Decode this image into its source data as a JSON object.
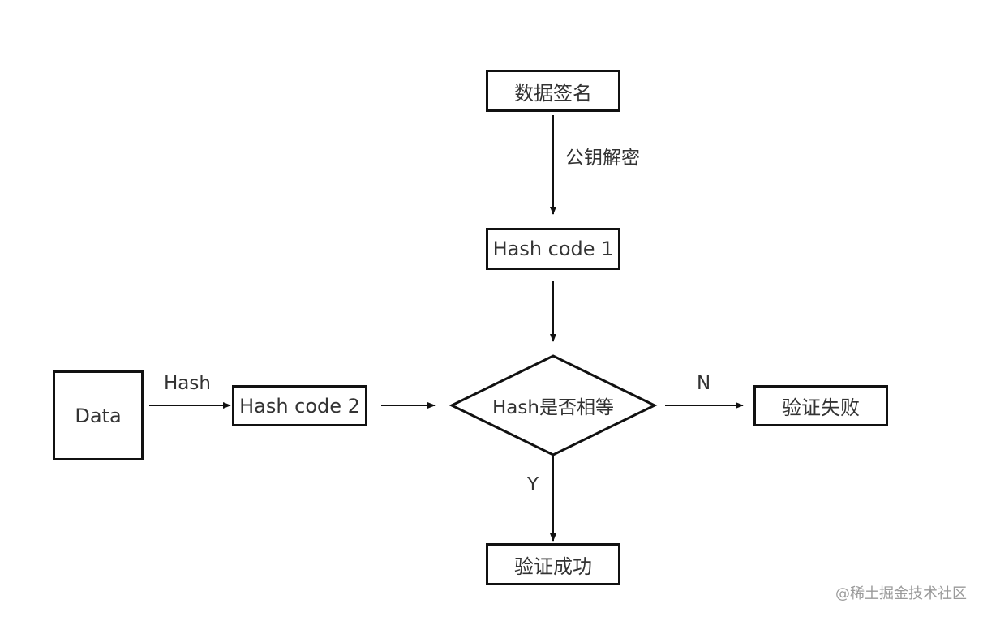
{
  "diagram": {
    "nodes": {
      "signature": "数据签名",
      "hash_code_1": "Hash code 1",
      "data": "Data",
      "hash_code_2": "Hash code 2",
      "decision": "Hash是否相等",
      "fail": "验证失败",
      "success": "验证成功"
    },
    "edge_labels": {
      "decrypt": "公钥解密",
      "hash": "Hash",
      "no": "N",
      "yes": "Y"
    }
  },
  "watermark": "@稀土掘金技术社区",
  "colors": {
    "stroke": "#111111",
    "text": "#333333",
    "watermark": "#9a9a9a",
    "background": "#ffffff"
  }
}
